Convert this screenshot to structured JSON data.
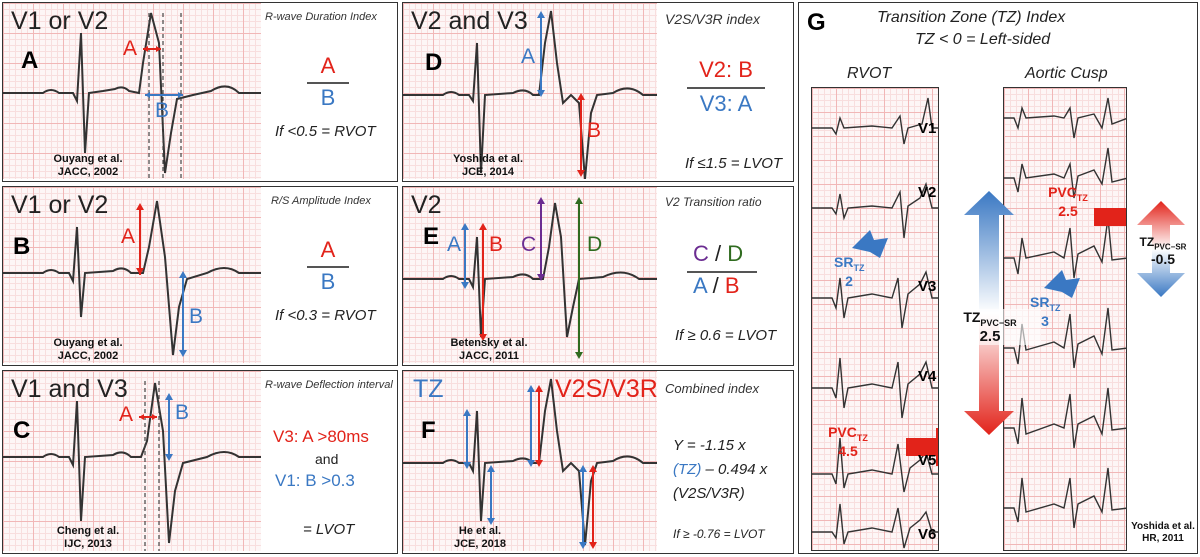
{
  "panelA": {
    "letter": "A",
    "lead": "V1 or V2",
    "index_name": "R-wave Duration Index",
    "label_a": "A",
    "label_b": "B",
    "frac_num": "A",
    "frac_den": "B",
    "rule": "If <0.5 = RVOT",
    "cite_1": "Ouyang et al.",
    "cite_2": "JACC, 2002"
  },
  "panelB": {
    "letter": "B",
    "lead": "V1 or V2",
    "index_name": "R/S Amplitude Index",
    "label_a": "A",
    "label_b": "B",
    "frac_num": "A",
    "frac_den": "B",
    "rule": "If <0.3 = RVOT",
    "cite_1": "Ouyang et al.",
    "cite_2": "JACC, 2002"
  },
  "panelC": {
    "letter": "C",
    "lead": "V1 and V3",
    "index_name": "R-wave Deflection interval",
    "label_a": "A",
    "label_b": "B",
    "rule_1": "V3: A >80ms",
    "rule_and": "and",
    "rule_2": "V1: B >0.3",
    "rule_3": "= LVOT",
    "cite_1": "Cheng et al.",
    "cite_2": "IJC, 2013"
  },
  "panelD": {
    "letter": "D",
    "lead": "V2 and V3",
    "index_name": "V2S/V3R index",
    "label_a": "A",
    "label_b": "B",
    "frac_num": "V2: B",
    "frac_den": "V3: A",
    "rule": "If ≤1.5 = LVOT",
    "cite_1": "Yoshida et al.",
    "cite_2": "JCE, 2014"
  },
  "panelE": {
    "letter": "E",
    "lead": "V2",
    "index_name": "V2 Transition ratio",
    "label_a": "A",
    "label_b": "B",
    "label_c": "C",
    "label_d": "D",
    "frac_c": "C",
    "frac_d": "D",
    "frac_a": "A",
    "frac_b": "B",
    "slash": "/",
    "rule": "If ≥ 0.6 = LVOT",
    "cite_1": "Betensky et al.",
    "cite_2": "JACC, 2011"
  },
  "panelF": {
    "letter": "F",
    "lead_tz": "TZ",
    "lead_v": "V2S/V3R",
    "index_name": "Combined index",
    "eq_1": "Y = -1.15 x",
    "eq_2a": "(TZ)",
    "eq_2b": " – 0.494 x",
    "eq_3": "(V2S/V3R)",
    "rule": "If ≥ -0.76 = LVOT",
    "cite_1": "He et al.",
    "cite_2": "JCE, 2018"
  },
  "panelG": {
    "letter": "G",
    "title_1": "Transition Zone (TZ) Index",
    "title_2": "TZ < 0 = Left-sided",
    "col_rvot": "RVOT",
    "col_aortic": "Aortic Cusp",
    "leads": [
      "V1",
      "V2",
      "V3",
      "V4",
      "V5",
      "V6"
    ],
    "sr_rvot": "SR",
    "sr_rvot_sub": "TZ",
    "sr_rvot_val": "2",
    "pvc_rvot": "PVC",
    "pvc_rvot_sub": "TZ",
    "pvc_rvot_val": "4.5",
    "sr_ao": "SR",
    "sr_ao_sub": "TZ",
    "sr_ao_val": "3",
    "pvc_ao": "PVC",
    "pvc_ao_sub": "TZ",
    "pvc_ao_val": "2.5",
    "tz_main": "TZ",
    "tz_main_sub": "PVC−SR",
    "tz_main_val": "2.5",
    "tz_side": "TZ",
    "tz_side_sub": "PVC−SR",
    "tz_side_val": "-0.5",
    "cite_1": "Yoshida et al.",
    "cite_2": "HR, 2011"
  },
  "colors": {
    "red": "#e2231a",
    "blue": "#3a78c3",
    "purple": "#6b2c91",
    "green": "#2f6b1f"
  }
}
